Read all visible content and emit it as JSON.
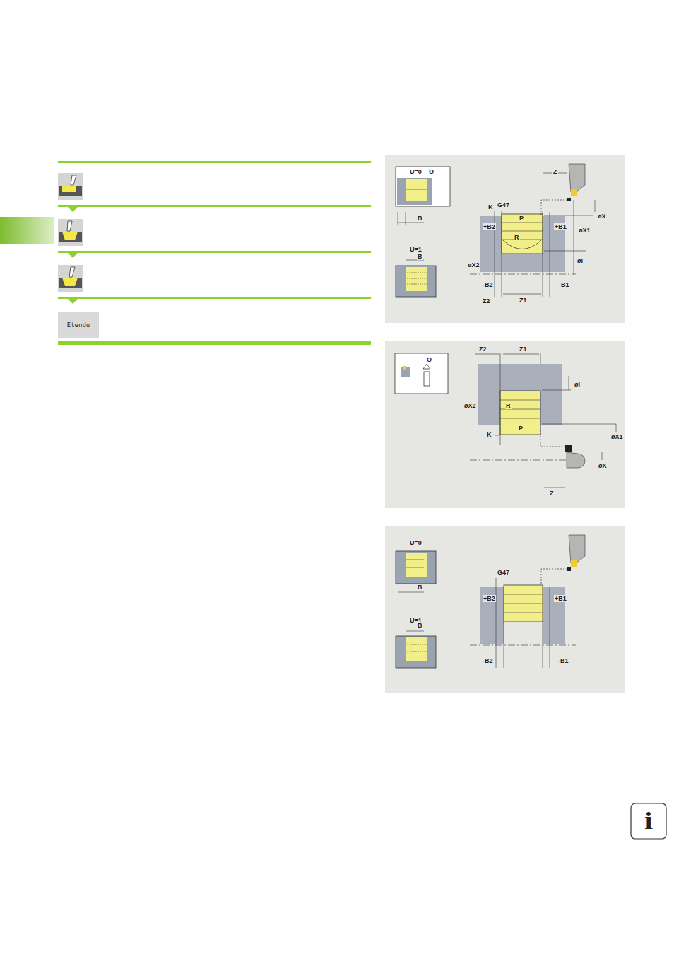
{
  "diagram": {
    "nodes": [
      {
        "text": [
          "Etendu"
        ]
      },
      {
        "text": [
          "i"
        ]
      }
    ],
    "labels": [
      "U=0",
      "O",
      "B",
      "U=1",
      "B",
      "Z",
      "K",
      "G47",
      "P",
      "øX",
      "+B2",
      "+B1",
      "øX1",
      "R",
      "øI",
      "øX2",
      "-B2",
      "Z2",
      "Z1",
      "-B1",
      "Z2",
      "Z1",
      "O",
      "øI",
      "øX2",
      "R",
      "P",
      "K",
      "øX1",
      "øX",
      "Z",
      "U=0",
      "G47",
      "B",
      "+B2",
      "+B1",
      "U=1",
      "B",
      "-B2",
      "-B1"
    ]
  }
}
